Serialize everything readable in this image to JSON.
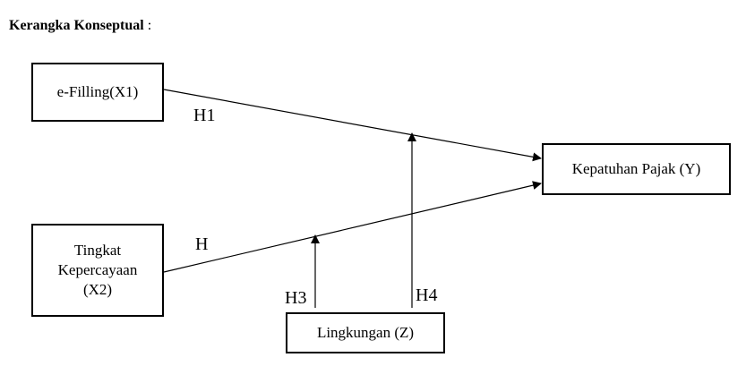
{
  "title": {
    "text": "Kerangka Konseptual",
    "suffix": " :"
  },
  "nodes": {
    "x1": "e-Filling(X1)",
    "x2_line1": "Tingkat",
    "x2_line2": "Kepercayaan",
    "x2_line3": "(X2)",
    "y": "Kepatuhan Pajak (Y)",
    "z": "Lingkungan (Z)"
  },
  "hypotheses": {
    "h1": "H1",
    "h2": "H",
    "h3": "H3",
    "h4": "H4"
  }
}
